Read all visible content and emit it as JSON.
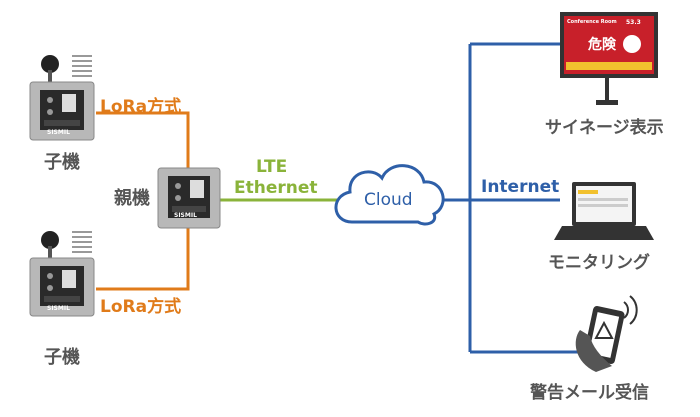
{
  "nodes": {
    "child_top": "子機",
    "child_bottom": "子機",
    "parent": "親機",
    "cloud": "Cloud"
  },
  "links": {
    "lora_top": "LoRa方式",
    "lora_bottom": "LoRa方式",
    "lte": "LTE",
    "ethernet": "Ethernet",
    "internet": "Internet"
  },
  "outputs": {
    "signage": "サイネージ表示",
    "monitoring": "モニタリング",
    "alert_mail": "警告メール受信"
  },
  "signage_screen": {
    "room": "Conference Room",
    "value": "53.3",
    "status": "危険"
  },
  "device_brand": "SISMIL",
  "colors": {
    "lora": "#e07b1a",
    "lte": "#8ab33a",
    "internet": "#2e5fa8",
    "signage_bg": "#c8202a"
  }
}
